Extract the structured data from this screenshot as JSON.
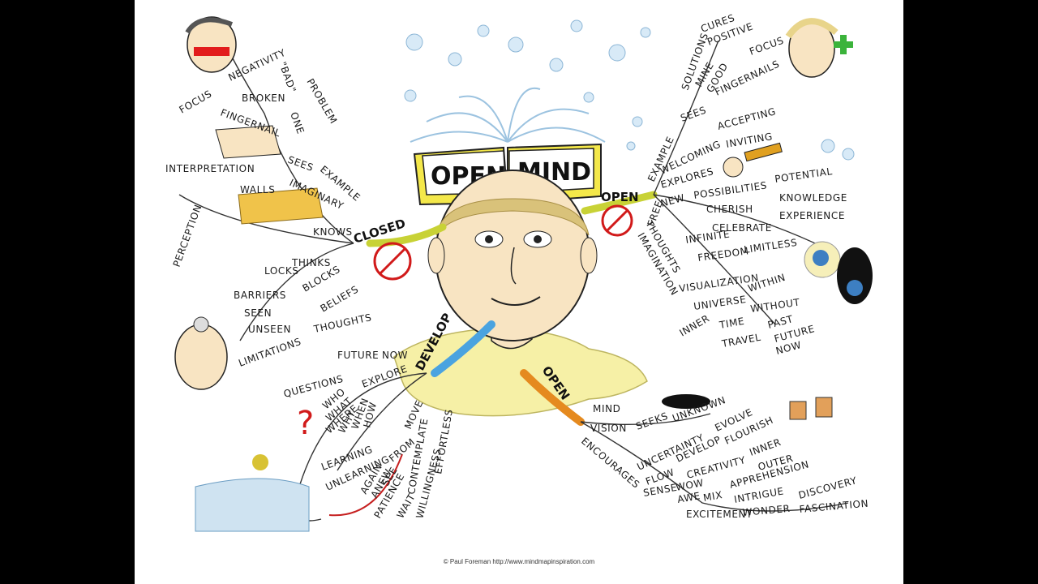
{
  "title": {
    "left": "OPEN",
    "right": "MIND"
  },
  "branches": {
    "closed": "CLOSED",
    "open_upper": "OPEN",
    "develop": "DEVELOP",
    "open_lower": "OPEN"
  },
  "closed_words": [
    "NEGATIVITY",
    "\"BAD\"",
    "PROBLEM",
    "BROKEN",
    "ONE",
    "FOCUS",
    "FINGERNAIL",
    "SEES",
    "EXAMPLE",
    "INTERPRETATION",
    "IMAGINARY",
    "WALLS",
    "PERCEPTION",
    "KNOWS",
    "THINKS",
    "LOCKS",
    "BLOCKS",
    "BARRIERS",
    "BELIEFS",
    "THOUGHTS",
    "SEEN",
    "UNSEEN",
    "LIMITATIONS"
  ],
  "open_upper_words": [
    "CURES",
    "POSITIVE",
    "SOLUTIONS",
    "MINE",
    "GOOD",
    "FOCUS",
    "FINGERNAILS",
    "SEES",
    "EXAMPLE",
    "WELCOMING",
    "ACCEPTING",
    "INVITING",
    "EXPLORES",
    "POSSIBILITIES",
    "POTENTIAL",
    "KNOWLEDGE",
    "EXPERIENCE",
    "NEW",
    "CHERISH",
    "CELEBRATE",
    "FREE",
    "INFINITE",
    "LIMITLESS",
    "FREEDOM",
    "THOUGHTS",
    "IMAGINATION",
    "VISUALIZATION",
    "WITHIN",
    "UNIVERSE",
    "WITHOUT",
    "INNER",
    "TIME",
    "PAST",
    "TRAVEL",
    "FUTURE",
    "NOW"
  ],
  "develop_words": [
    "FUTURE",
    "NOW",
    "QUESTIONS",
    "EXPLORE",
    "WHO",
    "WHAT",
    "WHERE",
    "WHY",
    "WHEN",
    "HOW",
    "LEARNING",
    "UNLEARNING",
    "FROM",
    "AGAIN",
    "ANEW",
    "SEE",
    "MOVE",
    "CONTEMPLATE",
    "PATIENCE",
    "WAIT",
    "WILLINGNESS",
    "EFFORTLESS"
  ],
  "open_lower_words": [
    "MIND",
    "VISION",
    "SEEKS",
    "UNKNOWN",
    "ENCOURAGES",
    "UNCERTAINTY",
    "DEVELOP",
    "EVOLVE",
    "FLOURISH",
    "FLOW",
    "CREATIVITY",
    "INNER",
    "OUTER",
    "SENSE",
    "WOW",
    "AWE",
    "MIX",
    "APPREHENSION",
    "INTRIGUE",
    "DISCOVERY",
    "WONDER",
    "FASCINATION",
    "EXCITEMENT"
  ],
  "credit": "© Paul Foreman http://www.mindmapinspiration.com",
  "colors": {
    "closed_branch": "#c8d236",
    "open_branch": "#e58a1f",
    "develop_branch": "#4aa3e0",
    "shirt": "#f6f0a6",
    "book": "#f4e84a",
    "skin": "#f8e4c2",
    "hair": "#d9c27a"
  }
}
